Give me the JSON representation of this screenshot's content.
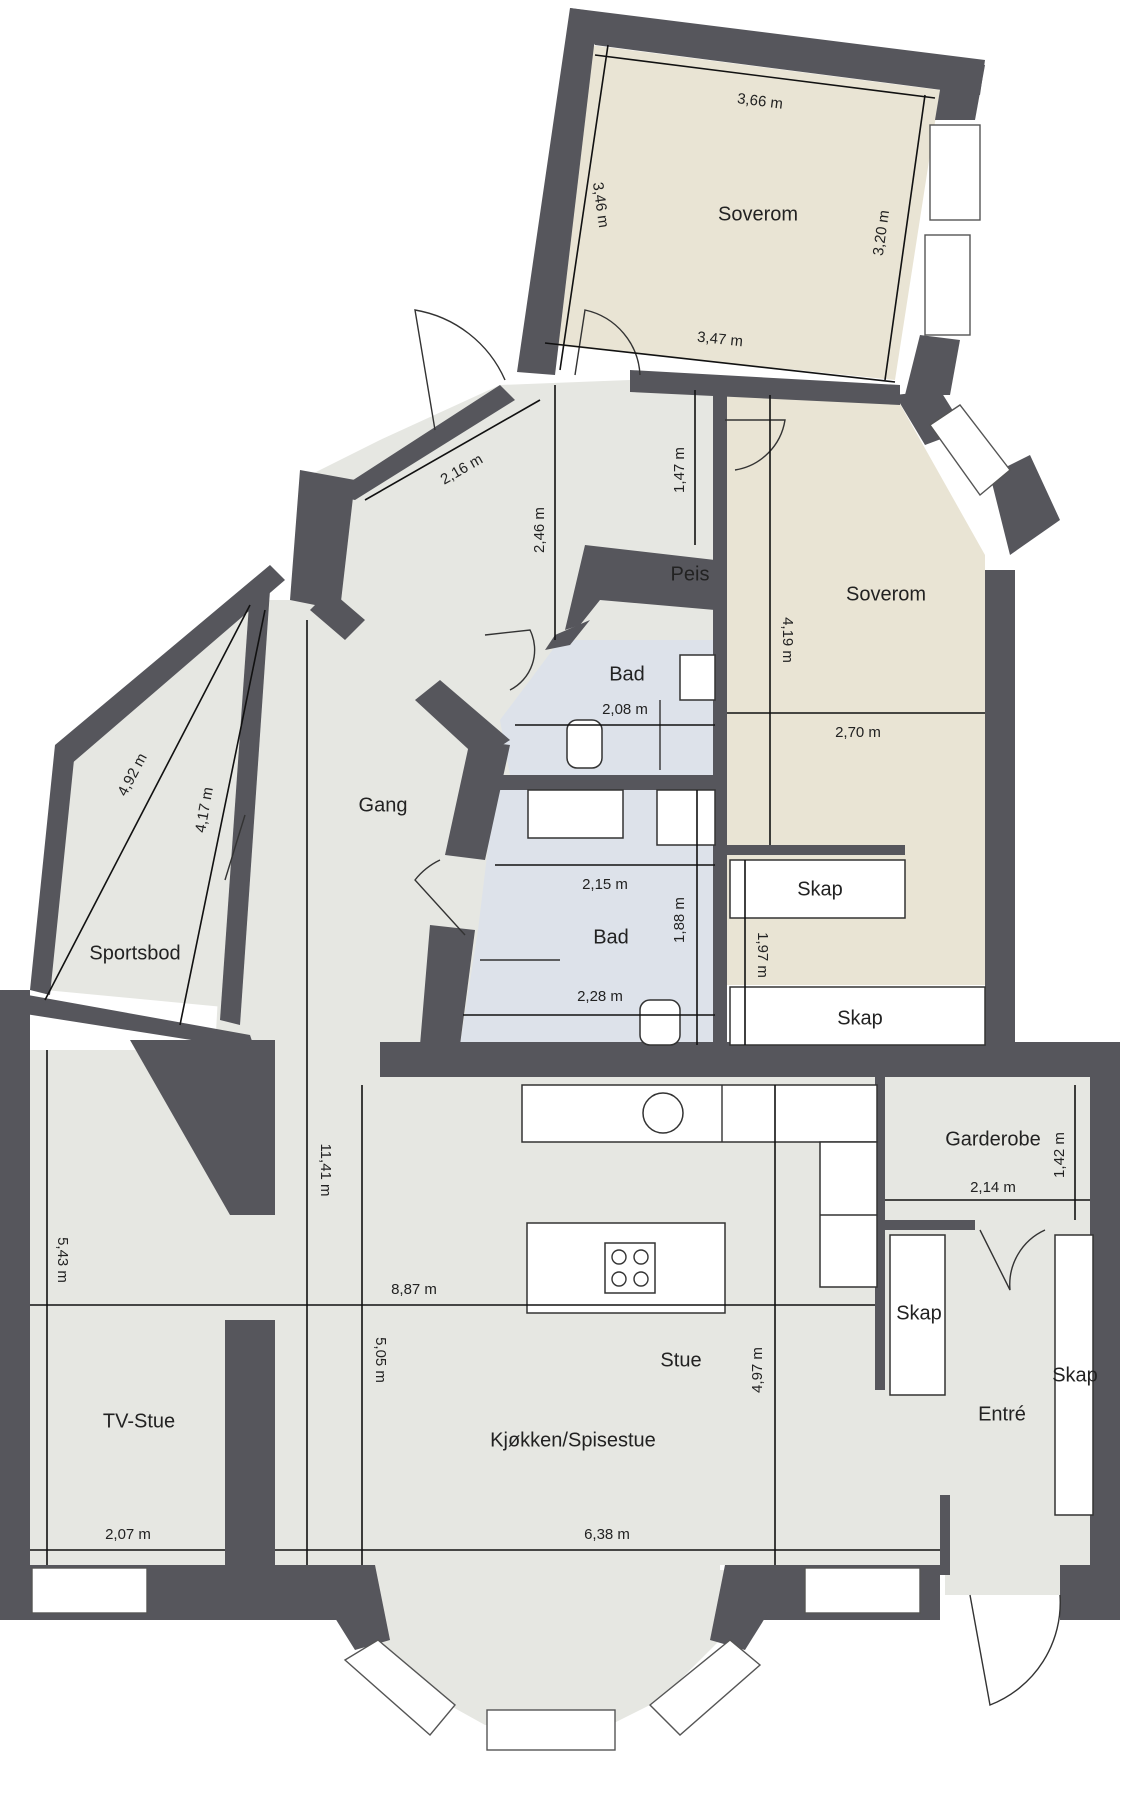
{
  "rooms": {
    "soverom_top": "Soverom",
    "soverom_right": "Soverom",
    "peis": "Peis",
    "bad_top": "Bad",
    "bad_bottom": "Bad",
    "gang": "Gang",
    "sportsbod": "Sportsbod",
    "skap_1": "Skap",
    "skap_2": "Skap",
    "skap_3": "Skap",
    "skap_4": "Skap",
    "garderobe": "Garderobe",
    "stue": "Stue",
    "kjokken": "Kjøkken/Spisestue",
    "tv_stue": "TV-Stue",
    "entre": "Entré"
  },
  "dimensions": {
    "d366": "3,66 m",
    "d346": "3,46 m",
    "d320": "3,20 m",
    "d347": "3,47 m",
    "d216": "2,16 m",
    "d246": "2,46 m",
    "d147": "1,47 m",
    "d419": "4,19 m",
    "d208": "2,08 m",
    "d270": "2,70 m",
    "d492": "4,92 m",
    "d417": "4,17 m",
    "d215": "2,15 m",
    "d188": "1,88 m",
    "d197": "1,97 m",
    "d228": "2,28 m",
    "d1141": "11,41 m",
    "d543": "5,43 m",
    "d887": "8,87 m",
    "d505": "5,05 m",
    "d497": "4,97 m",
    "d142": "1,42 m",
    "d214": "2,14 m",
    "d207": "2,07 m",
    "d638": "6,38 m"
  },
  "colors": {
    "wall": "#56565c",
    "floor_general": "#e6e7e2",
    "floor_bedroom": "#e9e4d4",
    "floor_bath": "#dde2ea"
  }
}
